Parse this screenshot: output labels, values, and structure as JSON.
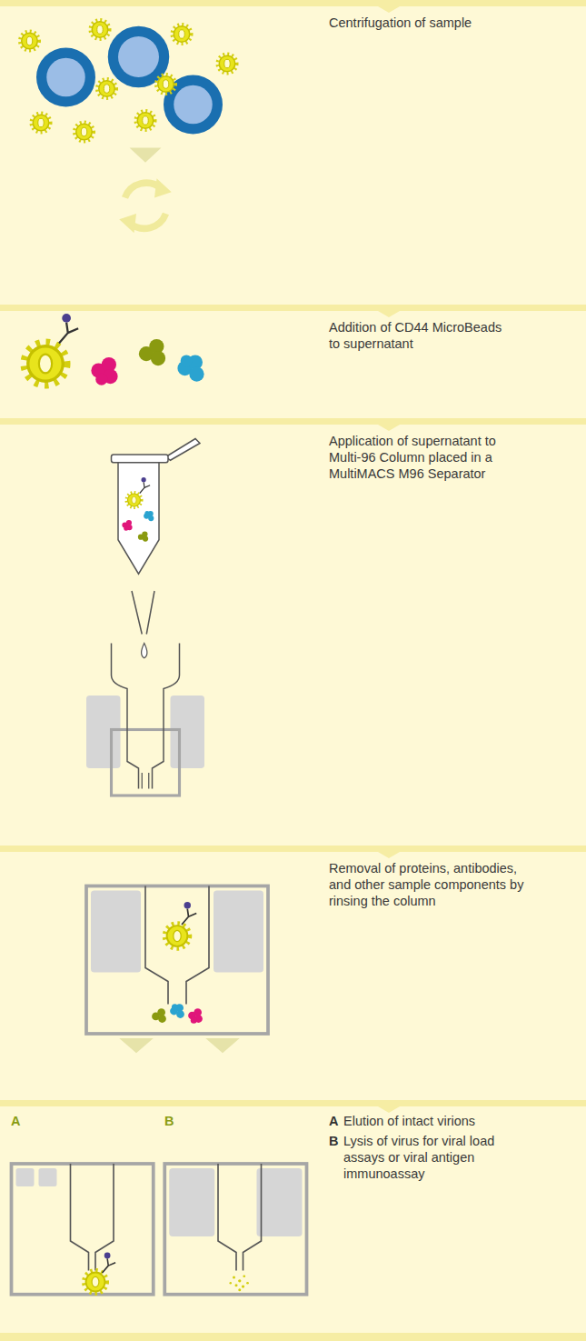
{
  "diagram": {
    "nodes": [
      {
        "text": [
          "Centrifugation of sample"
        ]
      },
      {
        "text": [
          "Addition of CD44 MicroBeads to supernatant"
        ]
      },
      {
        "text": [
          "Application of supernatant to Multi-96 Column placed in a MultiMACS M96 Separator"
        ]
      },
      {
        "text": [
          "Removal of proteins, antibodies, and other sample components by rinsing the column"
        ]
      },
      {
        "text": [
          "A",
          "B",
          "A",
          "Elution of intact virions",
          "B",
          "Lysis of virus for viral load assays or viral antigen immunoassay"
        ]
      }
    ]
  }
}
